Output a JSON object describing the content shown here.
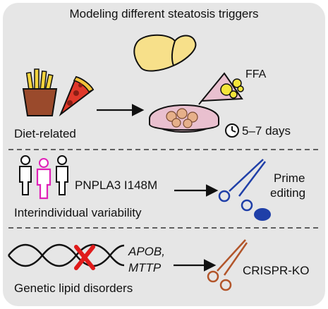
{
  "title": "Modeling different steatosis triggers",
  "sections": [
    {
      "label": "Diet-related",
      "ffa_label": "FFA",
      "duration": "5–7 days",
      "icons": [
        "fries-icon",
        "pizza-slice-icon",
        "liver-icon",
        "arrow-right-icon",
        "culture-dish-icon",
        "pipette-icon",
        "fat-droplets-icon",
        "clock-icon"
      ]
    },
    {
      "label": "Interindividual variability",
      "variant": "PNPLA3 I148M",
      "tool_line1": "Prime",
      "tool_line2": "editing",
      "icons": [
        "people-group-icon",
        "arrow-right-icon",
        "scissors-icon"
      ]
    },
    {
      "label": "Genetic lipid disorders",
      "gene1": "APOB,",
      "gene2": "MTTP",
      "tool": "CRISPR-KO",
      "icons": [
        "dna-strand-icon",
        "red-x-icon",
        "arrow-right-icon",
        "scissors-icon"
      ]
    }
  ],
  "colors": {
    "background": "#e6e6e6",
    "liver": "#f7e08a",
    "fries": "#f2d33c",
    "fries_box": "#9a4a2c",
    "pizza_crust": "#f3c23a",
    "pizza_sauce": "#e0382a",
    "dish": "#e9c0cf",
    "fat": "#f4e53a",
    "pink_person": "#e020b8",
    "prime_editor": "#1f3fa8",
    "crispr": "#b2552a",
    "red_x": "#e01b1b"
  }
}
